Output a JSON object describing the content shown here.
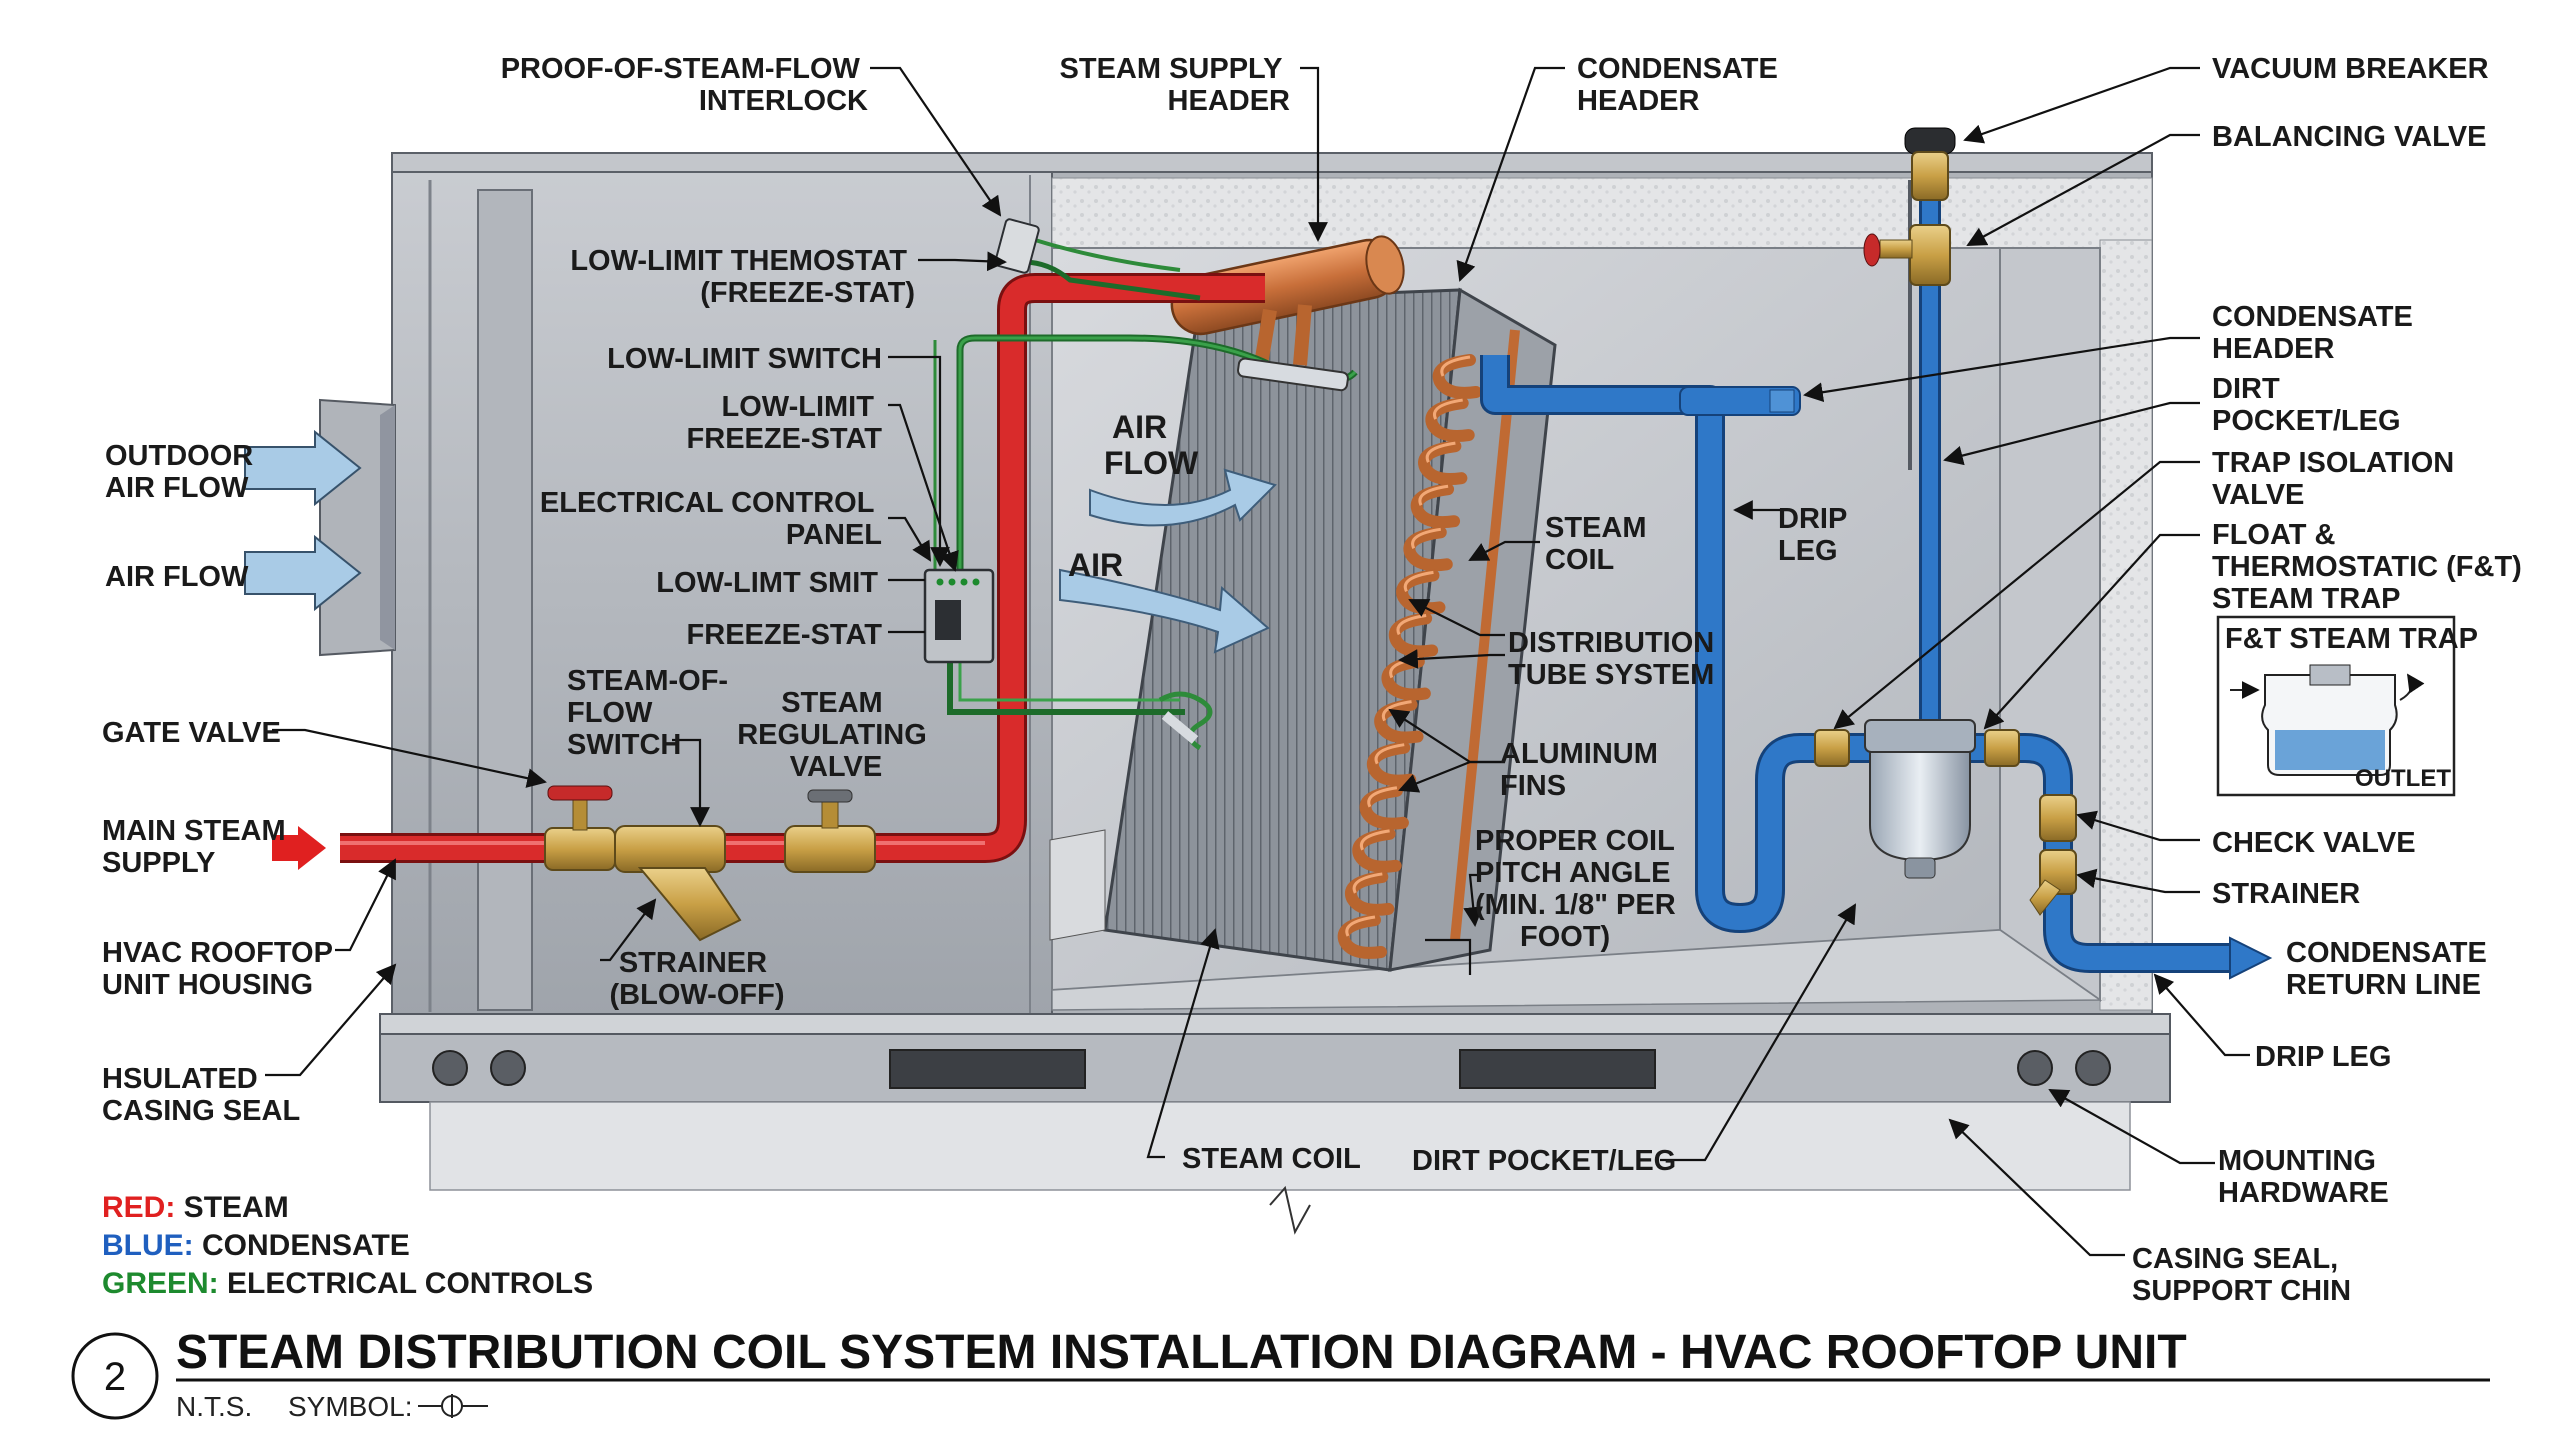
{
  "title": "STEAM DISTRIBUTION COIL SYSTEM INSTALLATION DIAGRAM - HVAC ROOFTOP UNIT",
  "detail_number": "2",
  "scale_note": "N.T.S.",
  "symbol_label": "SYMBOL:",
  "legend": [
    {
      "key": "RED:",
      "text": "STEAM",
      "color": "#e02020"
    },
    {
      "key": "BLUE:",
      "text": "CONDENSATE",
      "color": "#1f5fbf"
    },
    {
      "key": "GREEN:",
      "text": "ELECTRICAL CONTROLS",
      "color": "#1d8a2e"
    }
  ],
  "colors": {
    "steam": "#d92b2b",
    "condensate": "#2f78c8",
    "electrical": "#2e8b3a",
    "copper": "#c8703a",
    "housing": "#b8bcc2",
    "brass": "#c9a046"
  },
  "flow_labels": {
    "air_flow_1": [
      "AIR",
      "FLOW"
    ],
    "air_flow_2": "AIR"
  },
  "inset": {
    "title": "F&T STEAM TRAP",
    "outlet": "OUTLET"
  },
  "labels": {
    "proof_interlock": [
      "PROOF-OF-STEAM-FLOW",
      "INTERLOCK"
    ],
    "steam_supply_header": [
      "STEAM SUPPLY",
      "HEADER"
    ],
    "condensate_header_top": [
      "CONDENSATE",
      "HEADER"
    ],
    "vacuum_breaker": "VACUUM BREAKER",
    "balancing_valve": "BALANCING VALVE",
    "low_limit_thermostat": [
      "LOW-LIMIT THEMOSTAT",
      "(FREEZE-STAT)"
    ],
    "low_limit_switch": "LOW-LIMIT SWITCH",
    "low_limit_freeze": [
      "LOW-LIMIT",
      "FREEZE-STAT"
    ],
    "electrical_panel": [
      "ELECTRICAL CONTROL",
      "PANEL"
    ],
    "low_limt_smit": "LOW-LIMT SMIT",
    "freeze_stat": "FREEZE-STAT",
    "outdoor_air": [
      "OUTDOOR",
      "AIR FLOW"
    ],
    "air_flow_left": "AIR FLOW",
    "gate_valve": "GATE VALVE",
    "steam_of_flow_switch": [
      "STEAM-OF-",
      "FLOW",
      "SWITCH"
    ],
    "steam_regulating_valve": [
      "STEAM",
      "REGULATING",
      "VALVE"
    ],
    "main_steam_supply": [
      "MAIN STEAM",
      "SUPPLY"
    ],
    "hvac_housing": [
      "HVAC ROOFTOP",
      "UNIT HOUSING"
    ],
    "strainer_blowoff": [
      "STRAINER",
      "(BLOW-OFF)"
    ],
    "insulated_seal": [
      "HSULATED",
      "CASING SEAL"
    ],
    "steam_coil_mid": [
      "STEAM",
      "COIL"
    ],
    "distribution_tube": [
      "DISTRIBUTION",
      "TUBE SYSTEM"
    ],
    "aluminum_fins": [
      "ALUMINUM",
      "FINS"
    ],
    "coil_pitch": [
      "PROPER COIL",
      "PITCH ANGLE",
      "(MIN. 1/8\" PER",
      "FOOT)"
    ],
    "drip_leg_mid": [
      "DRIP",
      "LEG"
    ],
    "condensate_header_right": [
      "CONDENSATE",
      "HEADER"
    ],
    "dirt_pocket_right": [
      "DIRT",
      "POCKET/LEG"
    ],
    "trap_isolation": [
      "TRAP ISOLATION",
      "VALVE"
    ],
    "ft_trap": [
      "FLOAT &",
      "THERMOSTATIC (F&T)",
      "STEAM TRAP"
    ],
    "check_valve": "CHECK VALVE",
    "strainer_right": "STRAINER",
    "condensate_return": [
      "CONDENSATE",
      "RETURN LINE"
    ],
    "drip_leg_right": "DRIP LEG",
    "mounting_hardware": [
      "MOUNTING",
      "HARDWARE"
    ],
    "casing_seal_support": [
      "CASING SEAL,",
      "SUPPORT CHIN"
    ],
    "steam_coil_bottom": "STEAM COIL",
    "dirt_pocket_bottom": "DIRT POCKET/LEG"
  }
}
